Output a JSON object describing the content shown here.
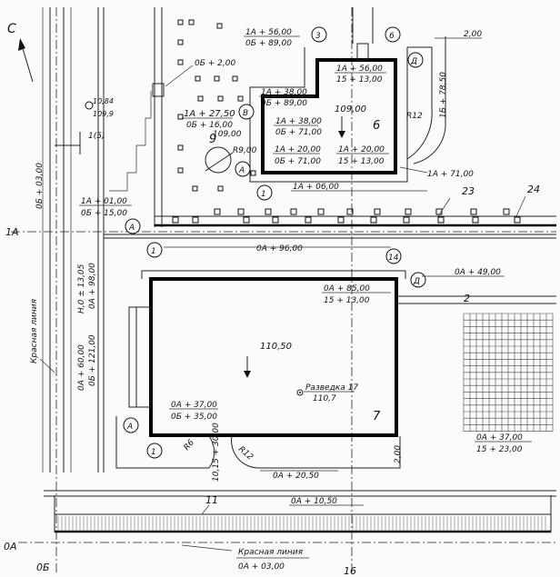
{
  "north": "С",
  "axes": {
    "h_1a": "1А",
    "h_0a": "0А",
    "v_0b": "0Б",
    "v_16": "16"
  },
  "buildings": {
    "b6": {
      "number": "6",
      "center_level": "109,00",
      "corner_ne_top": "1А + 56,00",
      "corner_ne_bottom": "0Б + 89,00",
      "corner_in_top": "1А + 56,00",
      "corner_in_bottom": "15 + 13,00",
      "corner_nw_top": "1А + 38,00",
      "corner_nw_bottom": "0Б + 89,00",
      "step_top": "1А + 38,00",
      "step_bottom": "0Б + 71,00",
      "sw_top": "1А + 20,00",
      "sw_bottom": "0Б + 71,00",
      "se_top": "1А + 20,00",
      "se_bottom": "15 + 13,00",
      "tag_d": "Д",
      "tag_b": "В",
      "tag_a": "А",
      "grid_3": "3",
      "grid_6": "6",
      "grid_1": "1"
    },
    "b7": {
      "number": "7",
      "center_level": "110,50",
      "ne_top": "0А + 85,00",
      "ne_bottom": "15 + 13,00",
      "sw_top": "0А + 37,00",
      "sw_bottom": "0Б + 35,00",
      "borehole": "Разведка 17",
      "borehole_level": "110,7",
      "tag_d": "Д",
      "tag_a": "А",
      "grid_14": "14",
      "grid_1": "1"
    },
    "b9": {
      "number": "9",
      "top": "1А + 27,50",
      "bottom": "0Б + 16,00",
      "level": "109,00",
      "radius": "R9,00"
    }
  },
  "coords": {
    "left_axis": "0Б + 03,00",
    "road_left_top": "1А + 01,00",
    "road_left_bottom": "0Б + 15,00",
    "sidewalk_west": "0Б + 2,00",
    "row_1a_06": "1А + 06,00",
    "row_0a_96": "0А + 96,00",
    "row_0a_49": "0А + 49,00",
    "row_1a_71": "1А + 71,00",
    "right_vertical": "1Б + 78,50",
    "lower_right_top": "0А + 37,00",
    "lower_right_bottom": "15 + 23,00",
    "bottom_0a_20": "0А + 20,50",
    "bottom_0a_10": "0А + 10,50",
    "bottom_0a_03": "0А + 03,00",
    "vertical_0b_60": "0А + 60,00",
    "vertical_0b_121": "0Б + 121,00",
    "vertical_h_ltr": "Н,0 ± 13,05",
    "vertical_0a_98": "0А + 98,00",
    "elev_mark": "10,84",
    "elev_sub": "109,9",
    "level_15": "1(5)",
    "bottom_vert": "10,15 + 30,00",
    "dist_2": "2,00",
    "dist_2b": "2,00"
  },
  "radii": {
    "r12": "R12",
    "r6": "R6",
    "r12b": "R12"
  },
  "lines": {
    "red_line_left": "Красная линия",
    "red_line_bottom": "Красная линия",
    "n23": "23",
    "n24": "24",
    "n2": "2",
    "n11": "11"
  }
}
